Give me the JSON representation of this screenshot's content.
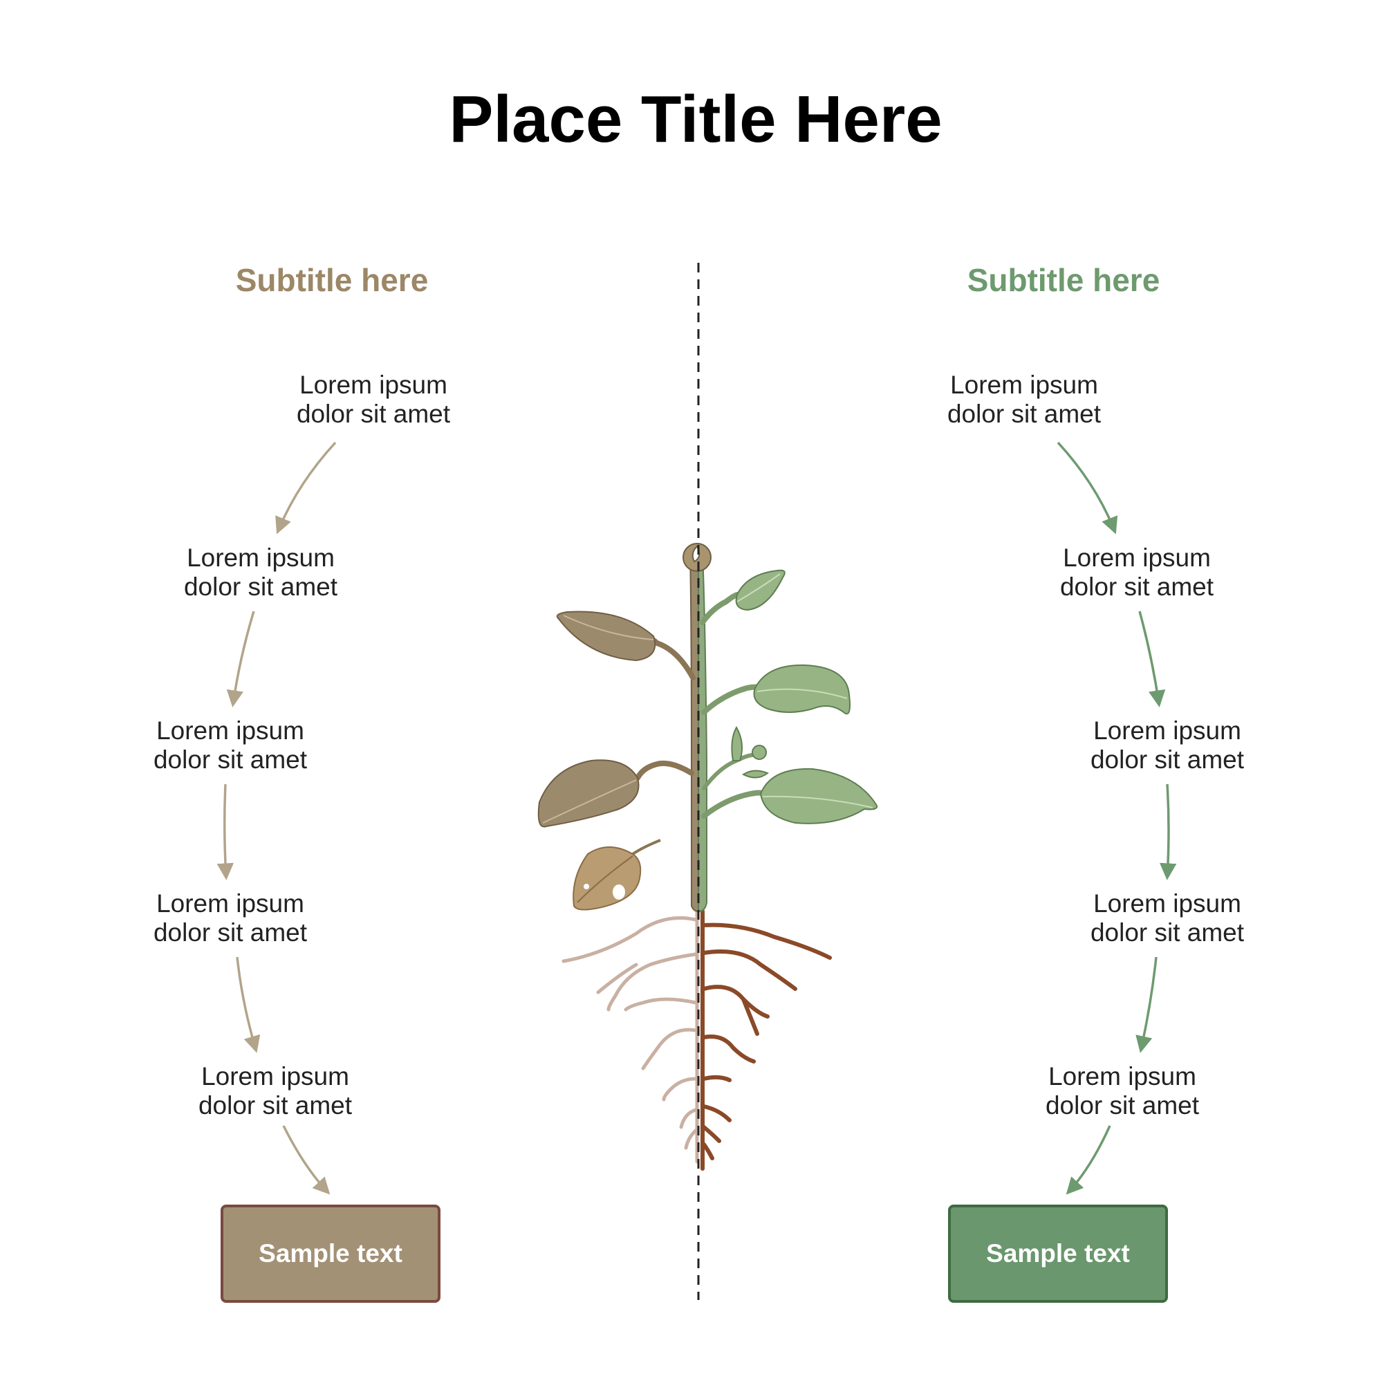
{
  "title": "Place Title Here",
  "left": {
    "subtitle": "Subtitle here",
    "color": "#9c8766",
    "arrow_color": "#b2a48a",
    "steps": [
      {
        "line1": "Lorem ipsum",
        "line2": "dolor sit amet"
      },
      {
        "line1": "Lorem ipsum",
        "line2": "dolor sit amet"
      },
      {
        "line1": "Lorem ipsum",
        "line2": "dolor sit amet"
      },
      {
        "line1": "Lorem ipsum",
        "line2": "dolor sit amet"
      },
      {
        "line1": "Lorem ipsum",
        "line2": "dolor sit amet"
      }
    ],
    "box_label": "Sample text",
    "box_fill": "#a39176",
    "box_border": "#7a4a3e"
  },
  "right": {
    "subtitle": "Subtitle here",
    "color": "#6d9a6e",
    "arrow_color": "#6e9a6f",
    "steps": [
      {
        "line1": "Lorem ipsum",
        "line2": "dolor sit amet"
      },
      {
        "line1": "Lorem ipsum",
        "line2": "dolor sit amet"
      },
      {
        "line1": "Lorem ipsum",
        "line2": "dolor sit amet"
      },
      {
        "line1": "Lorem ipsum",
        "line2": "dolor sit amet"
      },
      {
        "line1": "Lorem ipsum",
        "line2": "dolor sit amet"
      }
    ],
    "box_label": "Sample text",
    "box_fill": "#6a976d",
    "box_border": "#3e6b41"
  },
  "illustration": {
    "icon": "plant-icon",
    "divider_color": "#222222"
  }
}
